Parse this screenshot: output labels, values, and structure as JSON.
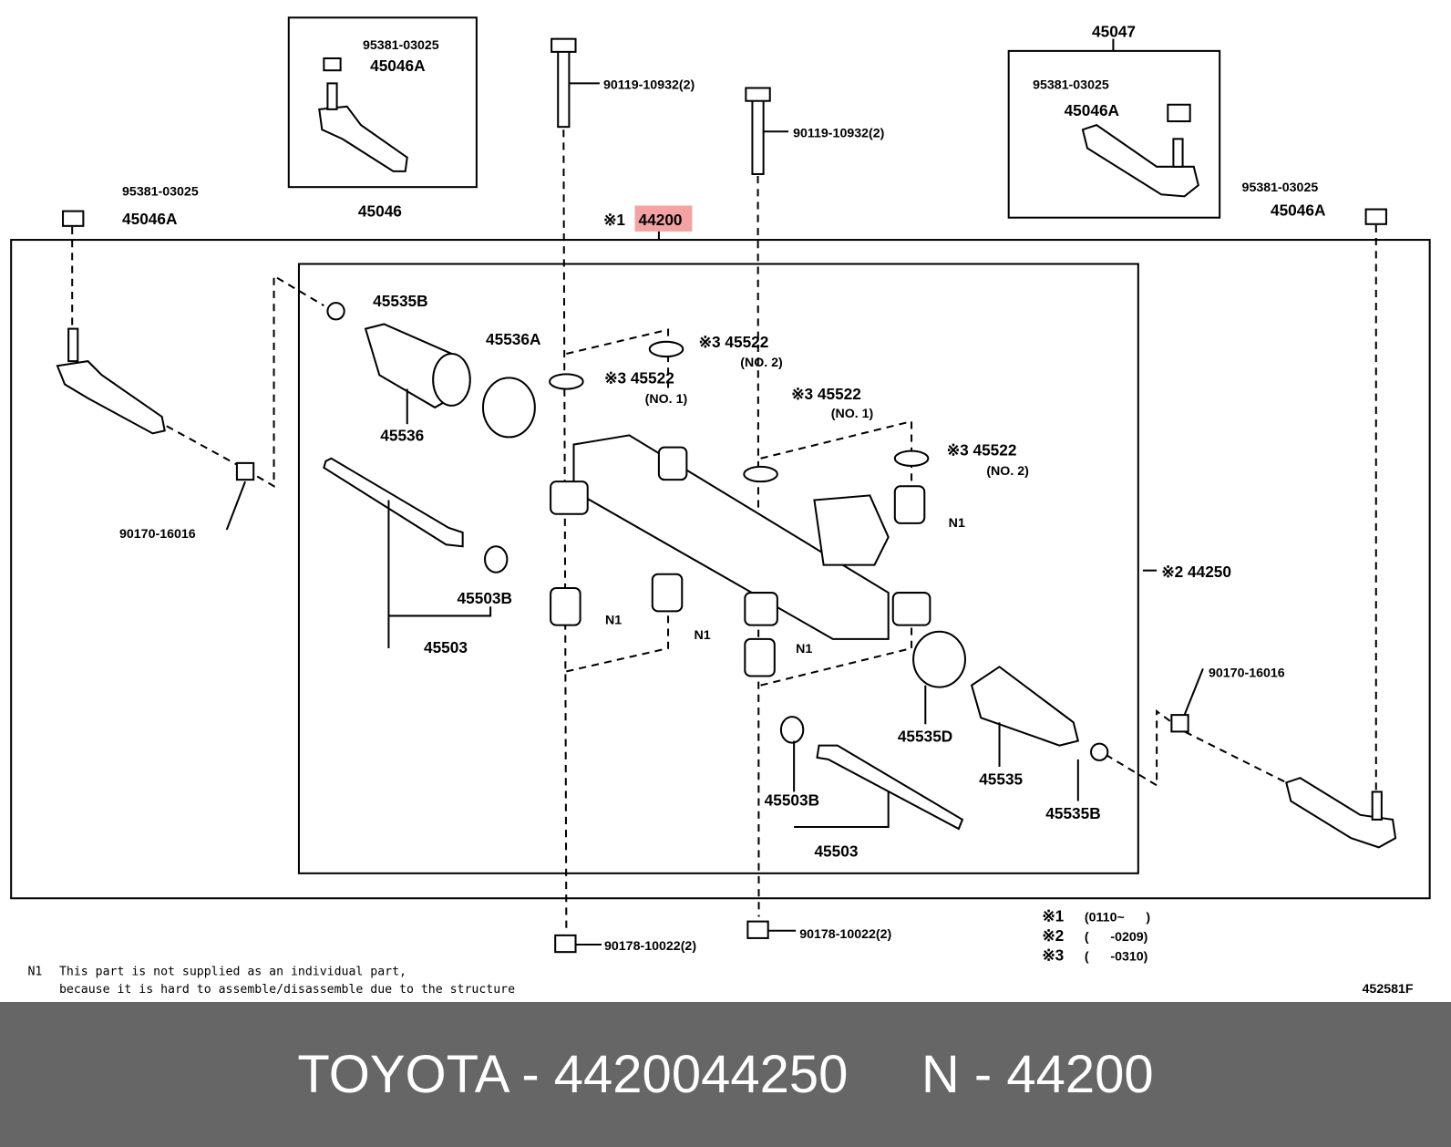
{
  "diagram": {
    "labels": {
      "top_box_pin": "95381-03025",
      "top_box_nut": "45046A",
      "top_box_part": "45046",
      "bolt_1": "90119-10932(2)",
      "bolt_2": "90119-10932(2)",
      "right_box_title": "45047",
      "right_box_pin": "95381-03025",
      "right_box_nut": "45046A",
      "left_pin": "95381-03025",
      "left_nut": "45046A",
      "right_pin": "95381-03025",
      "right_nut": "45046A",
      "assembly_mark": "※1",
      "assembly_part": "44200",
      "clamp_left": "45535B",
      "clamp_45536A": "45536A",
      "boot_left": "45536",
      "washer_a": "※3 45522",
      "washer_a_sub": "(NO. 2)",
      "washer_b": "※3 45522",
      "washer_b_sub": "(NO. 1)",
      "washer_c": "※3 45522",
      "washer_c_sub": "(NO. 1)",
      "washer_d": "※3 45522",
      "washer_d_sub": "(NO. 2)",
      "n1_a": "N1",
      "n1_b": "N1",
      "n1_c": "N1",
      "n1_d": "N1",
      "rack_assembly": "※2 44250",
      "clip_left": "90170-16016",
      "clip_right": "90170-16016",
      "washer_45503b_left": "45503B",
      "rod_left": "45503",
      "clamp_45535d": "45535D",
      "boot_right": "45535",
      "washer_45503b_right": "45503B",
      "clamp_right": "45535B",
      "rod_right": "45503",
      "nut_bottom_1": "90178-10022(2)",
      "nut_bottom_2": "90178-10022(2)"
    },
    "notes": {
      "n1_symbol": "N1",
      "n1_line1": "This part is not supplied as an individual part,",
      "n1_line2": "because it is hard to assemble/disassemble due to the structure"
    },
    "legend": [
      {
        "mark": "※1",
        "range": "(0110~      )"
      },
      {
        "mark": "※2",
        "range": "(      -0209)"
      },
      {
        "mark": "※3",
        "range": "(      -0310)"
      }
    ],
    "drawing_code": "452581F",
    "highlight_color": "#f4a3a3"
  },
  "footer": {
    "caption": "TOYOTA - 4420044250     N - 44200"
  }
}
